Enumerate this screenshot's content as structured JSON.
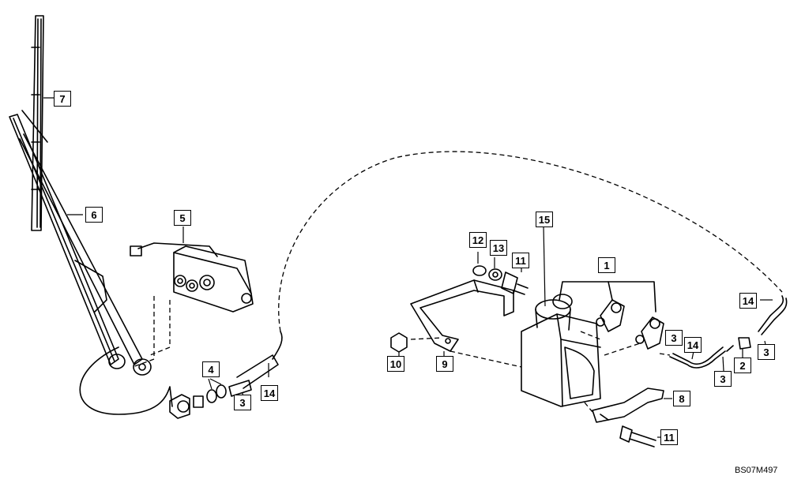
{
  "diagram": {
    "reference_code": "BS07M497",
    "callouts": {
      "c1": "1",
      "c2": "2",
      "c3a": "3",
      "c3b": "3",
      "c3c": "3",
      "c3d": "3",
      "c4": "4",
      "c5": "5",
      "c6": "6",
      "c7": "7",
      "c8": "8",
      "c9": "9",
      "c10": "10",
      "c11a": "11",
      "c11b": "11",
      "c12": "12",
      "c13": "13",
      "c14a": "14",
      "c14b": "14",
      "c14c": "14",
      "c15": "15"
    }
  }
}
